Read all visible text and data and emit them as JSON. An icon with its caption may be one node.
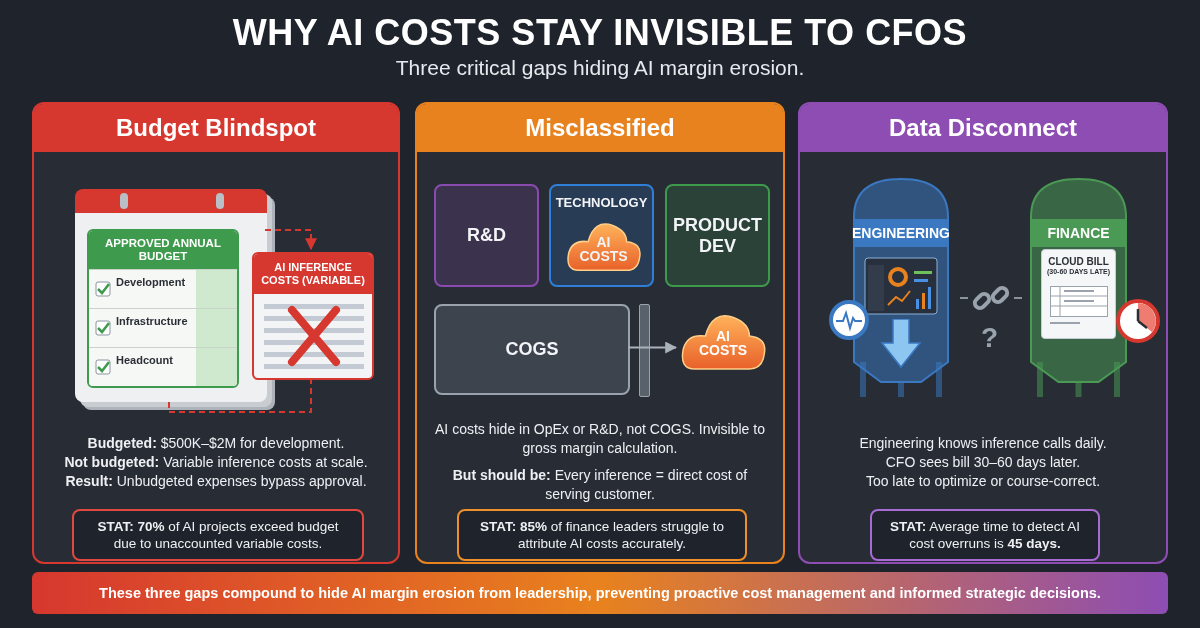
{
  "diagram": {
    "title": "WHY AI COSTS STAY INVISIBLE TO CFOS",
    "nodes": [
      {
        "text": [
          "Budget Blindspot",
          "**Budgeted:** $500K–$2M for development.",
          "**Not budgeted:** Variable inference costs at scale.",
          "**Result:** Unbudgeted expenses bypass approval."
        ]
      },
      {
        "text": [
          "APPROVED ANNUAL BUDGET",
          "Development",
          "Infrastructure",
          "Headcount"
        ],
        "in": 0
      },
      {
        "text": [
          "AI INFERENCE COSTS (VARIABLE)"
        ],
        "in": 0
      },
      {
        "text": [
          "**STAT:** **70%** of AI projects exceed budget due to unaccounted variable costs."
        ],
        "in": 0
      },
      {
        "text": [
          "Misclassified",
          "AI costs hide in OpEx or R&D, not COGS. Invisible to gross margin calculation.",
          "**But should be:** Every inference = direct cost of serving customer."
        ]
      },
      {
        "text": [
          "R&D"
        ],
        "in": 4
      },
      {
        "text": [
          "TECHNOLOGY"
        ],
        "in": 4
      },
      {
        "text": [
          "AI COSTS"
        ],
        "in": 6
      },
      {
        "text": [
          "PRODUCT DEV"
        ],
        "in": 4
      },
      {
        "text": [
          "COGS"
        ],
        "in": 4
      },
      {
        "text": [
          "AI COSTS"
        ],
        "in": 4
      },
      {
        "text": [
          "**STAT:** **85%** of finance leaders struggle to attribute AI costs accurately."
        ],
        "in": 4
      },
      {
        "text": [
          "Data Disconnect",
          "Engineering knows inference calls daily.",
          "CFO sees bill 30–60 days later.",
          "Too late to optimize or course-correct."
        ]
      },
      {
        "text": [
          "ENGINEERING"
        ],
        "in": 12
      },
      {
        "text": [
          "FINANCE"
        ],
        "in": 12
      },
      {
        "text": [
          "CLOUD BILL",
          "(30-60 DAYS LATE)"
        ],
        "in": 14
      },
      {
        "text": [
          "**STAT:** Average time to detect AI cost overruns is **45 days.**"
        ],
        "in": 12
      },
      {
        "text": [
          "These three gaps compound to hide AI margin erosion from leadership, preventing proactive cost management and informed strategic decisions."
        ]
      }
    ],
    "edges": [
      {
        "from": 1,
        "to": 2,
        "arrow": "to",
        "style": "dashed",
        "color": "#d6372f"
      },
      {
        "from": 2,
        "to": 1,
        "arrow": "none",
        "style": "dashed",
        "color": "#d6372f"
      },
      {
        "from": 9,
        "to": 10,
        "arrow": "to",
        "color": "#a9b1ba"
      }
    ],
    "labels": [
      "Three critical gaps hiding AI margin erosion.",
      "?"
    ]
  }
}
